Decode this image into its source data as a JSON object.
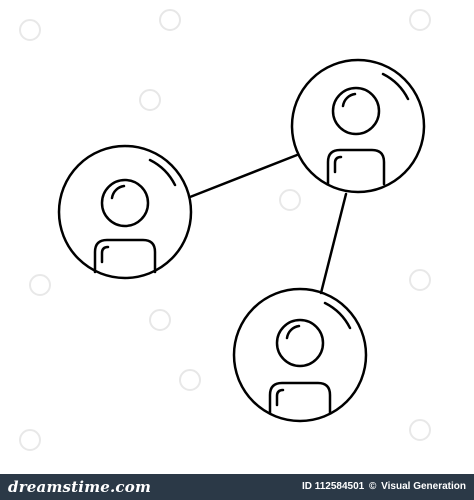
{
  "illustration": {
    "icon": "social-network-users-icon",
    "stroke_color": "#000000",
    "background_color": "#ffffff"
  },
  "watermark": {
    "icon": "dreamstime-watermark-icon"
  },
  "footer": {
    "logo_text": "dreamstime.com",
    "id_text": "ID 112584501",
    "copyright_symbol": "©",
    "author": "Visual Generation",
    "background_color": "#2b3947"
  }
}
